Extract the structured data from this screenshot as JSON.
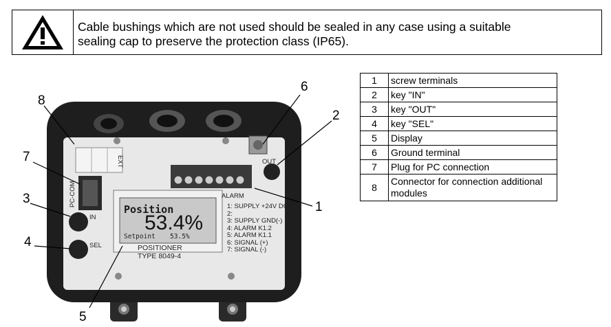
{
  "warning": {
    "icon": "warning-triangle-icon",
    "line1": "Cable bushings which are not used should be sealed in any case using a suitable",
    "line2": "sealing cap to preserve the protection class (IP65)."
  },
  "figure": {
    "callouts": [
      "8",
      "6",
      "2",
      "7",
      "3",
      "1",
      "4",
      "5"
    ],
    "device_labels": {
      "ext": "EXT",
      "out": "OUT",
      "pc_com": "PC-COM",
      "alarm": "ALARM",
      "in": "IN",
      "sel": "SEL",
      "model_line1": "POSITIONER",
      "model_line2": "TYPE 8049-4"
    },
    "display": {
      "title": "Position",
      "value": "53.4%",
      "setpoint_label": "Setpoint",
      "setpoint_value": "53.5%"
    },
    "terminals": [
      "1: SUPPLY +24V DC",
      "2:",
      "3: SUPPLY GND(-)",
      "4: ALARM K1.2",
      "5: ALARM K1.1",
      "6: SIGNAL (+)",
      "7: SIGNAL (-)"
    ]
  },
  "legend": [
    {
      "num": "1",
      "desc": "screw terminals"
    },
    {
      "num": "2",
      "desc": "key \"IN\""
    },
    {
      "num": "3",
      "desc": "key \"OUT\""
    },
    {
      "num": "4",
      "desc": "key \"SEL\""
    },
    {
      "num": "5",
      "desc": "Display"
    },
    {
      "num": "6",
      "desc": "Ground terminal"
    },
    {
      "num": "7",
      "desc": "Plug for PC connection"
    },
    {
      "num": "8",
      "desc_line1": "Connector for connection additional",
      "desc_line2": "modules"
    }
  ]
}
